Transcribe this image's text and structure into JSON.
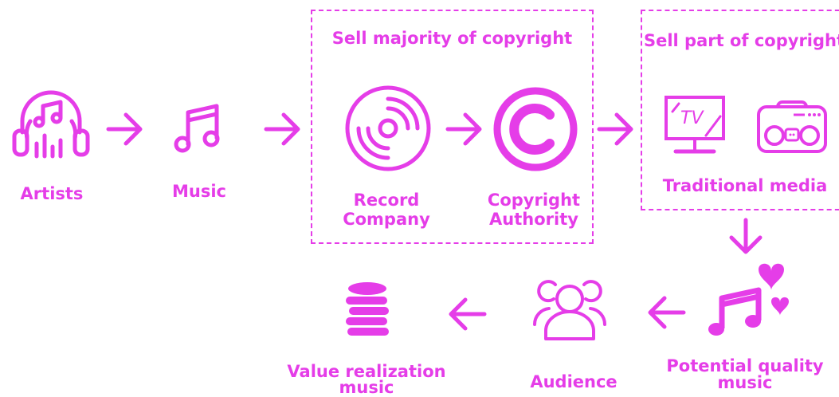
{
  "boxes": {
    "record_label_box": {
      "title": "Sell majority of copyright"
    },
    "media_box": {
      "title": "Sell part of copyright"
    }
  },
  "nodes": {
    "artists": {
      "label": "Artists",
      "icon": "headphones-music-icon"
    },
    "music": {
      "label": "Music",
      "icon": "music-note-icon"
    },
    "record_company": {
      "label_line1": "Record",
      "label_line2": "Company",
      "icon": "vinyl-record-icon"
    },
    "copyright_authority": {
      "label_line1": "Copyright",
      "label_line2": "Authority",
      "icon": "copyright-icon"
    },
    "traditional_media": {
      "label": "Traditional media",
      "tv_text": "TV",
      "icons": [
        "tv-icon",
        "radio-icon"
      ]
    },
    "potential_quality_music": {
      "label_line1": "Potential quality",
      "label_line2": "music",
      "icon": "music-hearts-icon"
    },
    "audience": {
      "label": "Audience",
      "icon": "users-icon"
    },
    "value_realization_music": {
      "label_line1": "Value realization",
      "label_line2": "music",
      "icon": "coins-stack-icon"
    }
  },
  "colors": {
    "accent": "#e53de8",
    "background": "#ffffff"
  }
}
